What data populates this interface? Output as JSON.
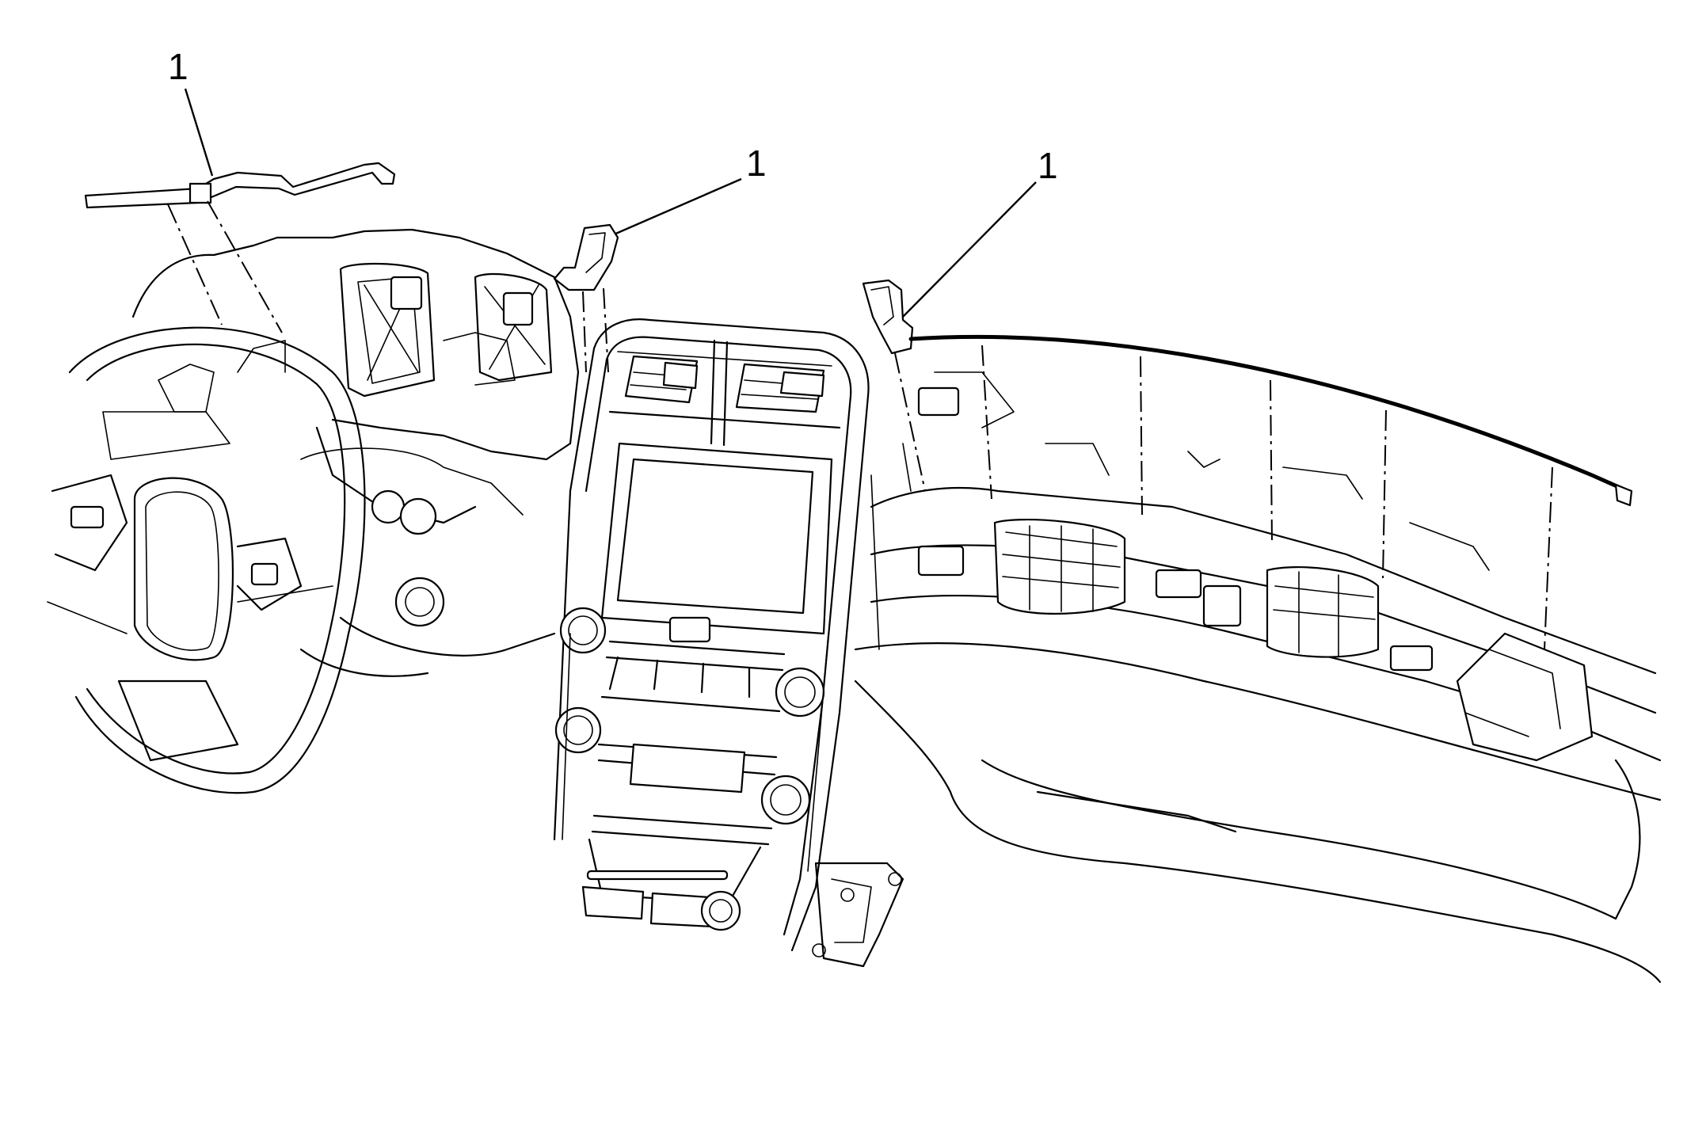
{
  "callouts": [
    {
      "label": "1"
    },
    {
      "label": "1"
    },
    {
      "label": "1"
    }
  ]
}
